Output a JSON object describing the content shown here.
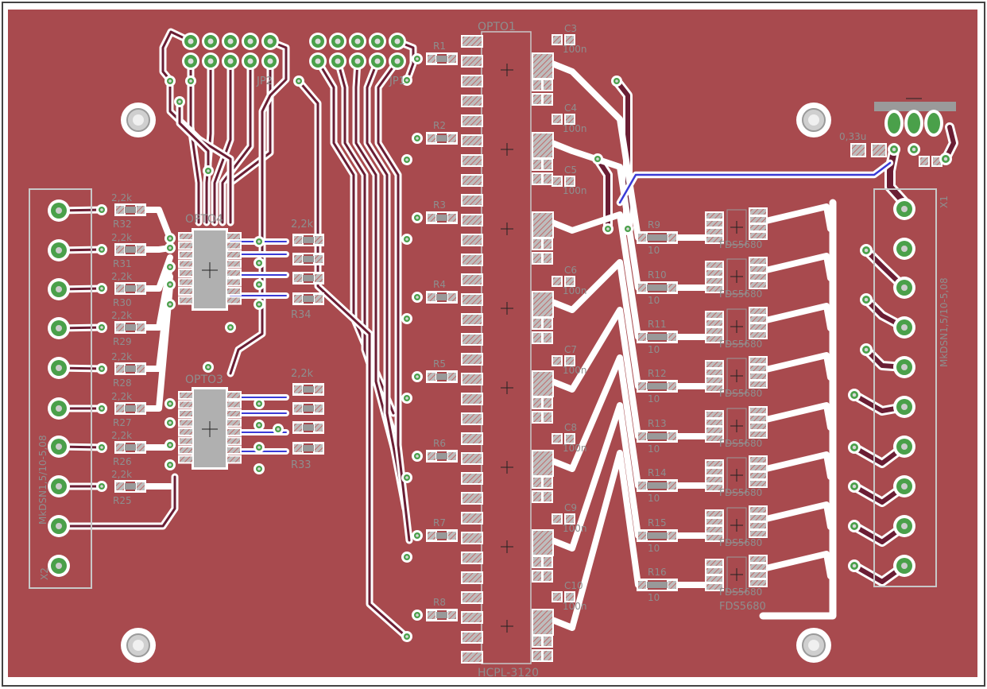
{
  "colors": {
    "board": "#a84a4e",
    "outline": "#c8c8c8",
    "pad_copper": "#a0a0a0",
    "pad_hatch": "#c06a6a",
    "bottom_trace": "#6a1e34",
    "top_trace": "#3b3bd6",
    "via_fill": "#4aa04a",
    "silk_text": "#8e8e8e",
    "clearance": "#ffffff",
    "hole": "#e8e8e8"
  },
  "headers": {
    "jp_left": "JP2",
    "jp_right": "JP1"
  },
  "opto": {
    "opto1": "OPTO1",
    "opto_part": "HCPL-3120",
    "opto4": "OPTO4",
    "opto3": "OPTO3"
  },
  "connectors": {
    "x2_name": "X2",
    "x2_part": "MkDSN1,5/10-5,08",
    "x1_name": "X1",
    "x1_part": "MkDSN1,5/10-5,08"
  },
  "left_resistors": [
    {
      "name": "R32",
      "value": "2,2k"
    },
    {
      "name": "R31",
      "value": "2,2k"
    },
    {
      "name": "R30",
      "value": "2,2k"
    },
    {
      "name": "R29",
      "value": "2,2k"
    },
    {
      "name": "R28",
      "value": "2,2k"
    },
    {
      "name": "R27",
      "value": "2,2k"
    },
    {
      "name": "R26",
      "value": "2,2k"
    },
    {
      "name": "R25",
      "value": "2,2k"
    }
  ],
  "mid_resistors": {
    "r34": "R34",
    "r33": "R33",
    "value": "2,2k"
  },
  "input_resistors": [
    "R1",
    "R2",
    "R3",
    "R4",
    "R5",
    "R6",
    "R7",
    "R8"
  ],
  "caps": [
    {
      "name": "C3",
      "value": "100n"
    },
    {
      "name": "C4",
      "value": "100n"
    },
    {
      "name": "C5",
      "value": "100n"
    },
    {
      "name": "C6",
      "value": "100n"
    },
    {
      "name": "C7",
      "value": "100n"
    },
    {
      "name": "C8",
      "value": "100n"
    },
    {
      "name": "C9",
      "value": "100n"
    },
    {
      "name": "C10",
      "value": "100n"
    }
  ],
  "gate_resistors": [
    {
      "name": "R9",
      "value": "10"
    },
    {
      "name": "R10",
      "value": "10"
    },
    {
      "name": "R11",
      "value": "10"
    },
    {
      "name": "R12",
      "value": "10"
    },
    {
      "name": "R13",
      "value": "10"
    },
    {
      "name": "R14",
      "value": "10"
    },
    {
      "name": "R15",
      "value": "10"
    },
    {
      "name": "R16",
      "value": "10"
    }
  ],
  "mosfets": {
    "part": "FDS5680",
    "bottom_label": "FDS5680"
  },
  "regulator": {
    "cap_value": "0,33u"
  }
}
